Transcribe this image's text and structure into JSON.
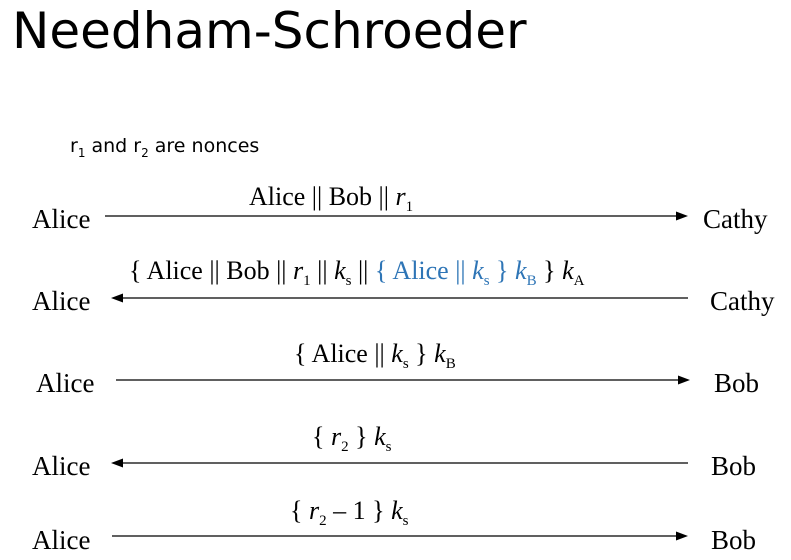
{
  "title": "Needham-Schroeder",
  "note": {
    "r": "r",
    "sub1": "1",
    "and": " and ",
    "sub2": "2",
    "rest": " are nonces"
  },
  "steps": [
    {
      "from": "Alice",
      "to": "Cathy",
      "direction": "right",
      "message": {
        "p1": "Alice || Bob || ",
        "r": "r",
        "sub": "1"
      }
    },
    {
      "from": "Alice",
      "to": "Cathy",
      "direction": "left",
      "message": {
        "p1": "{ Alice || Bob || ",
        "r": "r",
        "r_sub": "1",
        "p2": " || ",
        "k": "k",
        "k_sub": "s",
        "p3": " || ",
        "blue_p1": "{ Alice || ",
        "blue_k": "k",
        "blue_k_sub": "s",
        "blue_p2": " } ",
        "blue_kb": "k",
        "blue_kb_sub": "B",
        "p4": " } ",
        "ka": "k",
        "ka_sub": "A"
      }
    },
    {
      "from": "Alice",
      "to": "Bob",
      "direction": "right",
      "message": {
        "p1": "{ Alice || ",
        "k": "k",
        "k_sub": "s",
        "p2": " } ",
        "kb": "k",
        "kb_sub": "B"
      }
    },
    {
      "from": "Alice",
      "to": "Bob",
      "direction": "left",
      "message": {
        "p1": "{ ",
        "r": "r",
        "r_sub": "2",
        "p2": " } ",
        "k": "k",
        "k_sub": "s"
      }
    },
    {
      "from": "Alice",
      "to": "Bob",
      "direction": "right",
      "message": {
        "p1": "{ ",
        "r": "r",
        "r_sub": "2",
        "p2": " – 1 } ",
        "k": "k",
        "k_sub": "s"
      }
    }
  ],
  "colors": {
    "highlight": "#2e75b6",
    "line": "#000000"
  }
}
